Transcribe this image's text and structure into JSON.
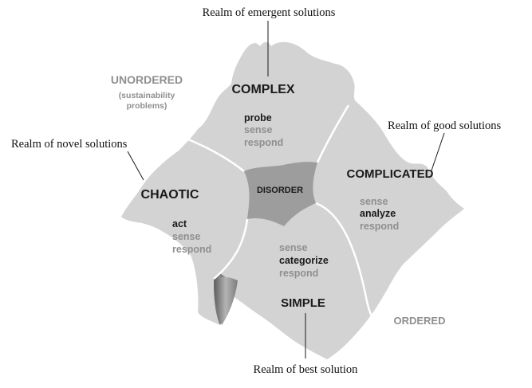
{
  "colors": {
    "domain_fill": "#d3d3d3",
    "boundary": "#ffffff",
    "disorder_fill": "#9d9d9d",
    "shadow_fill": "#7a7a7a",
    "dark_text": "#1a1a1a",
    "light_text": "#8f8f8f",
    "annotation_text": "#111111"
  },
  "annotations": {
    "emergent": "Realm of emergent solutions",
    "good": "Realm of good solutions",
    "novel": "Realm of novel solutions",
    "best": "Realm of best solution"
  },
  "corners": {
    "unordered": "UNORDERED",
    "unordered_sub1": "(sustainability",
    "unordered_sub2": "problems)",
    "ordered": "ORDERED"
  },
  "domains": {
    "complex": {
      "title": "COMPLEX",
      "step1": "probe",
      "step2": "sense",
      "step3": "respond"
    },
    "complicated": {
      "title": "COMPLICATED",
      "step1": "sense",
      "step2": "analyze",
      "step3": "respond"
    },
    "chaotic": {
      "title": "CHAOTIC",
      "step1": "act",
      "step2": "sense",
      "step3": "respond"
    },
    "simple": {
      "title": "SIMPLE",
      "step1": "sense",
      "step2": "categorize",
      "step3": "respond"
    },
    "disorder": {
      "title": "DISORDER"
    }
  }
}
